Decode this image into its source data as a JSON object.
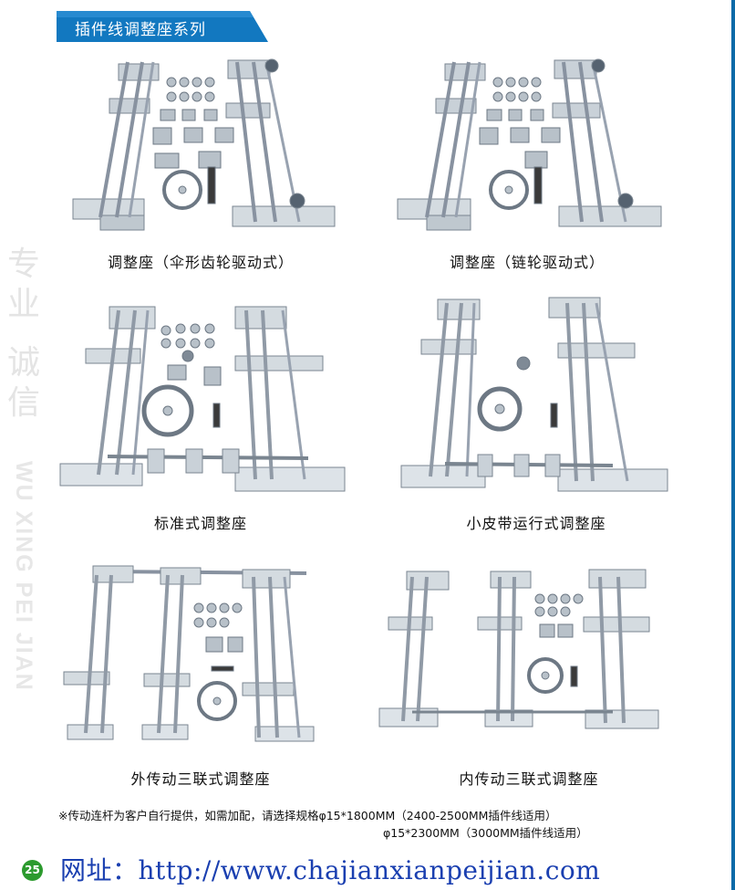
{
  "header": {
    "title": "插件线调整座系列"
  },
  "watermark": {
    "chinese": [
      "专",
      "业",
      "诚",
      "信"
    ],
    "english": "WU XING PEI JIAN"
  },
  "products": [
    {
      "caption": "调整座（伞形齿轮驱动式）"
    },
    {
      "caption": "调整座（链轮驱动式）"
    },
    {
      "caption": "标准式调整座"
    },
    {
      "caption": "小皮带运行式调整座"
    },
    {
      "caption": "外传动三联式调整座"
    },
    {
      "caption": "内传动三联式调整座"
    }
  ],
  "note": {
    "line1": "※传动连杆为客户自行提供，如需加配，请选择规格φ15*1800MM（2400-2500MM插件线适用）",
    "line2": "φ15*2300MM（3000MM插件线适用）"
  },
  "footer": {
    "page_number": "25",
    "website": "网址：http://www.chajianxianpeijian.com"
  },
  "colors": {
    "banner_blue": "#1278c0",
    "page_badge_green": "#2c9a2e",
    "website_blue": "#1a3fb0"
  }
}
